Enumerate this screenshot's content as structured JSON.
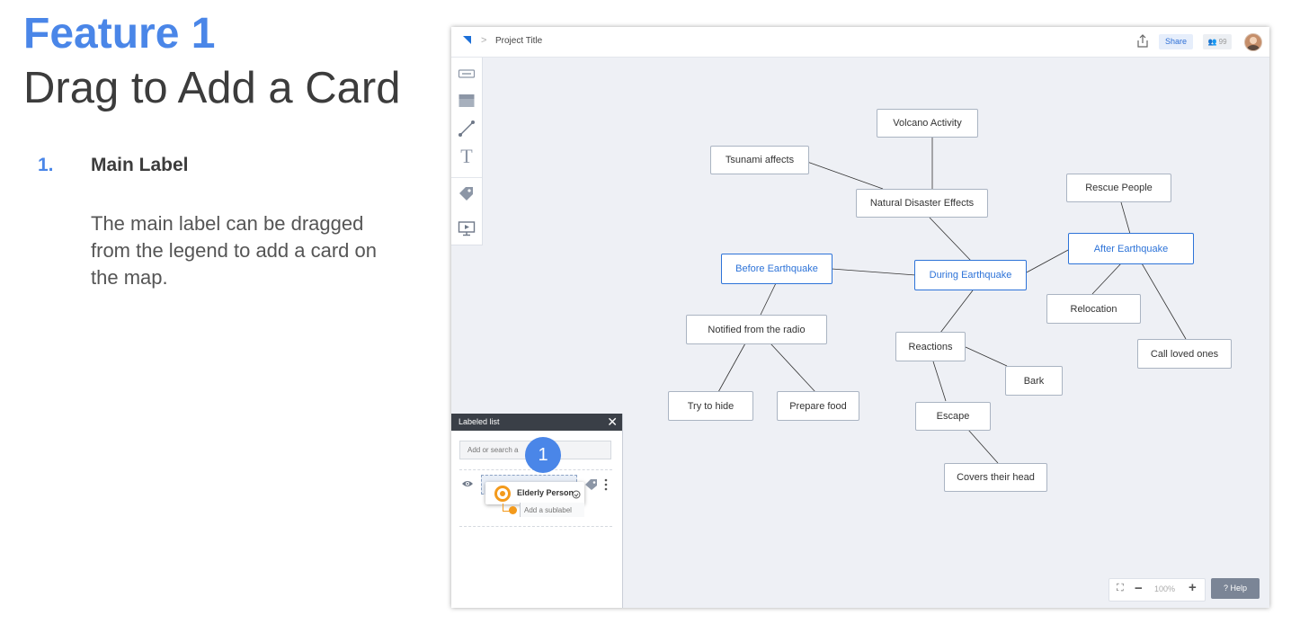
{
  "slide": {
    "title": "Feature 1",
    "subtitle": "Drag to Add a Card",
    "step_number": "1.",
    "step_label": "Main Label",
    "step_description": "The main label can be dragged from the legend to add a card on the map."
  },
  "app": {
    "breadcrumb_separator": ">",
    "project_title": "Project Title",
    "share_label": "Share",
    "users_count": "99",
    "colors": {
      "accent": "#2d73d8",
      "legend_header": "#3a3f47",
      "label_orange": "#f39a1c",
      "badge": "#4a86e8"
    }
  },
  "toolbar": {
    "tools": [
      "label-tool-icon",
      "card-tool-icon",
      "connector-tool-icon",
      "text-tool-icon",
      "tag-tool-icon",
      "presentation-tool-icon"
    ],
    "text_glyph": "T"
  },
  "map": {
    "nodes": [
      {
        "id": "volcano",
        "label": "Volcano Activity",
        "style": "normal"
      },
      {
        "id": "tsunami",
        "label": "Tsunami affects",
        "style": "normal"
      },
      {
        "id": "natural",
        "label": "Natural Disaster Effects",
        "style": "normal"
      },
      {
        "id": "rescue",
        "label": "Rescue People",
        "style": "normal"
      },
      {
        "id": "after",
        "label": "After Earthquake",
        "style": "blue"
      },
      {
        "id": "before",
        "label": "Before Earthquake",
        "style": "blue"
      },
      {
        "id": "during",
        "label": "During Earthquake",
        "style": "blue"
      },
      {
        "id": "relocation",
        "label": "Relocation",
        "style": "normal"
      },
      {
        "id": "notified",
        "label": "Notified from the radio",
        "style": "normal"
      },
      {
        "id": "reactions",
        "label": "Reactions",
        "style": "normal"
      },
      {
        "id": "callloved",
        "label": "Call loved ones",
        "style": "normal"
      },
      {
        "id": "bark",
        "label": "Bark",
        "style": "normal"
      },
      {
        "id": "tryhide",
        "label": "Try to hide",
        "style": "normal"
      },
      {
        "id": "prepare",
        "label": "Prepare food",
        "style": "normal"
      },
      {
        "id": "escape",
        "label": "Escape",
        "style": "normal"
      },
      {
        "id": "covers",
        "label": "Covers their head",
        "style": "normal"
      }
    ]
  },
  "legend": {
    "title": "Labeled list",
    "close_glyph": "✕",
    "search_placeholder": "Add or search a",
    "badge_number": "1",
    "item_label": "Elderly Person",
    "sublabel_placeholder": "Add a sublabel"
  },
  "zoom": {
    "fit_glyph": "⛶",
    "minus_glyph": "−",
    "value": "100%",
    "plus_glyph": "+"
  },
  "help": {
    "label": "? Help"
  }
}
